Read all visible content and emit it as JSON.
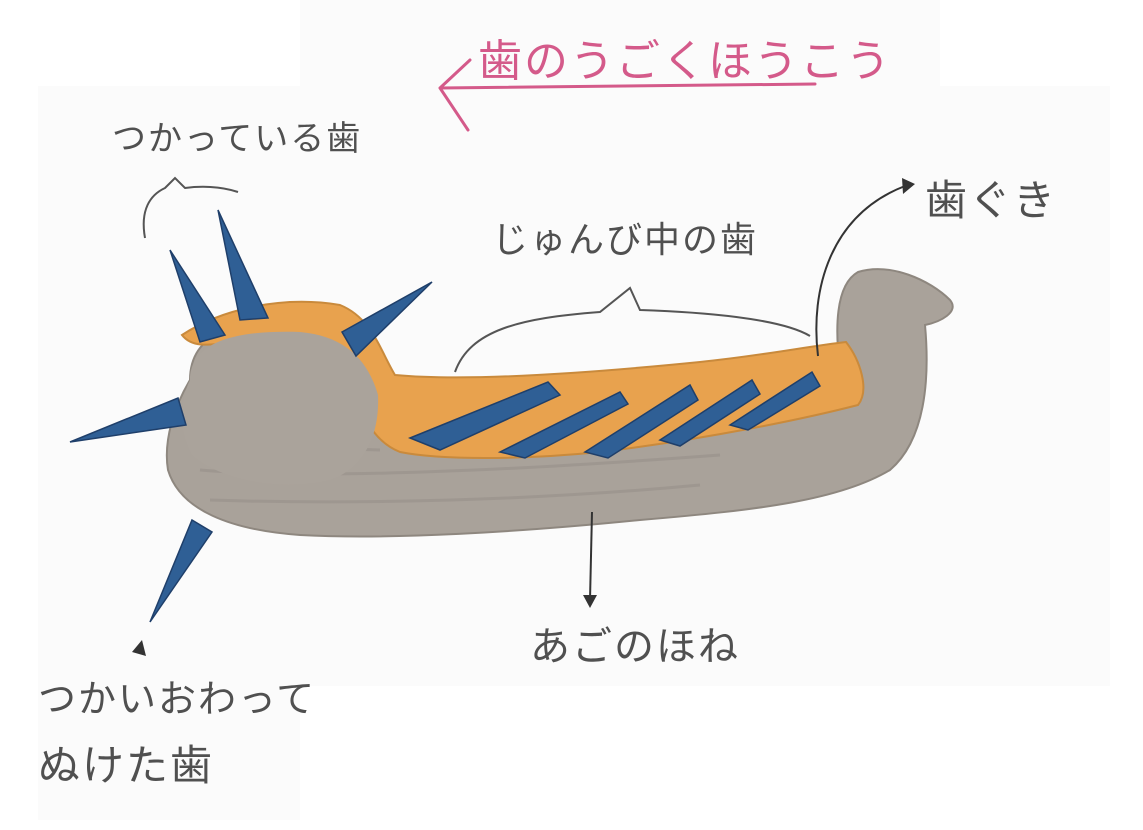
{
  "title": "歯のうごくほうこう",
  "labels": {
    "teeth_in_use": "つかっている歯",
    "teeth_in_preparation": "じゅんび中の歯",
    "gums": "歯ぐき",
    "jaw_bone": "あごのほね",
    "worn_out_tooth_line1": "つかいおわって",
    "worn_out_tooth_line2": "ぬけた歯"
  },
  "colors": {
    "jaw_bone": "#a9a29a",
    "gums": "#e8a24e",
    "teeth": "#2f5f95",
    "label_text": "#505050",
    "direction_arrow": "#d45a8a"
  }
}
